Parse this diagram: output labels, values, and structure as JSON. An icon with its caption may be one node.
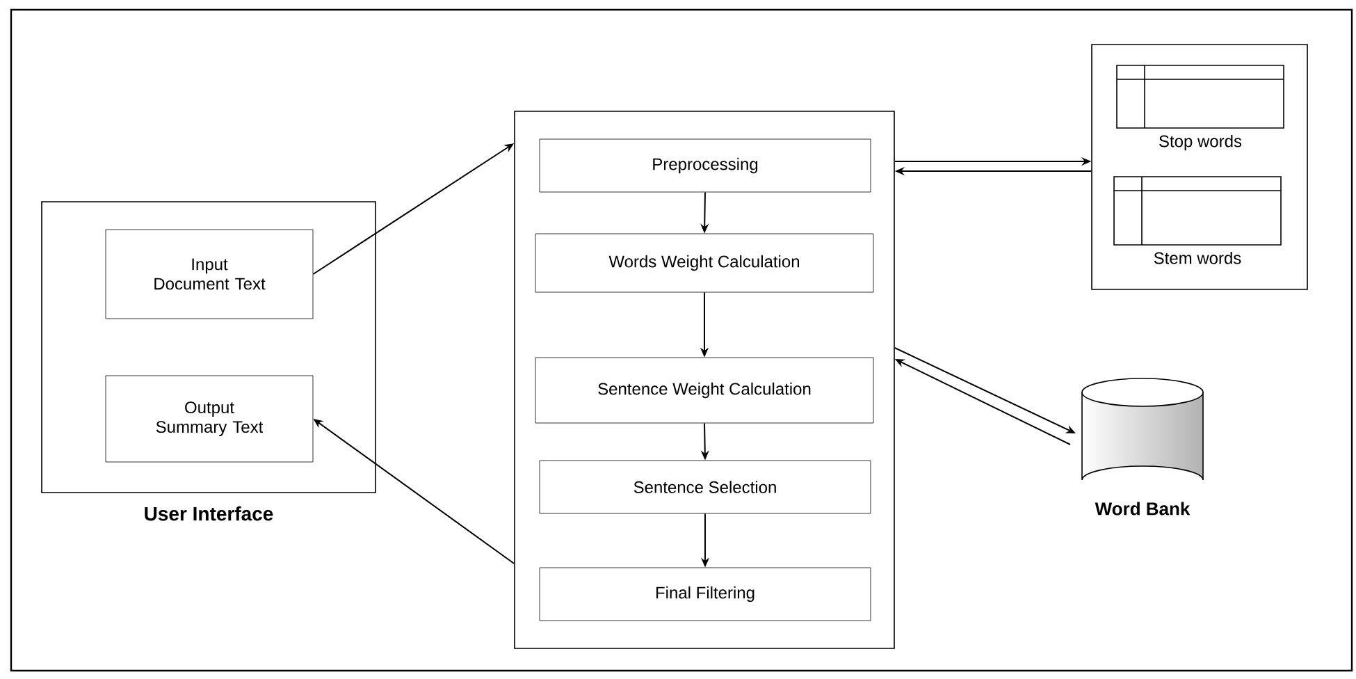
{
  "diagram": {
    "nodes": [
      {
        "text": [
          "User Interface"
        ]
      },
      {
        "text": [
          "Input Document Text"
        ],
        "in": 0
      },
      {
        "text": [
          "Output Summary Text"
        ],
        "in": 0
      },
      {
        "text": [],
        "shape": "box"
      },
      {
        "text": [
          "Preprocessing"
        ],
        "in": 3
      },
      {
        "text": [
          "Words Weight Calculation"
        ],
        "in": 3
      },
      {
        "text": [
          "Sentence Weight Calculation"
        ],
        "in": 3
      },
      {
        "text": [
          "Sentence Selection"
        ],
        "in": 3
      },
      {
        "text": [
          "Final Filtering"
        ],
        "in": 3
      },
      {
        "text": [],
        "shape": "box"
      },
      {
        "text": [
          "Stop words"
        ],
        "in": 9
      },
      {
        "text": [
          "Stem words"
        ],
        "in": 9
      },
      {
        "text": [
          "Word Bank"
        ]
      }
    ],
    "edges": [
      {
        "from": 1,
        "to": 3,
        "arrow": "to"
      },
      {
        "from": 4,
        "to": 5,
        "arrow": "to"
      },
      {
        "from": 5,
        "to": 6,
        "arrow": "to"
      },
      {
        "from": 6,
        "to": 7,
        "arrow": "to"
      },
      {
        "from": 7,
        "to": 8,
        "arrow": "to"
      },
      {
        "from": 3,
        "to": 2,
        "arrow": "to"
      },
      {
        "from": 3,
        "to": 9,
        "arrow": "to"
      },
      {
        "from": 9,
        "to": 3,
        "arrow": "to"
      },
      {
        "from": 3,
        "to": 12,
        "arrow": "to"
      },
      {
        "from": 12,
        "to": 3,
        "arrow": "to"
      }
    ]
  }
}
